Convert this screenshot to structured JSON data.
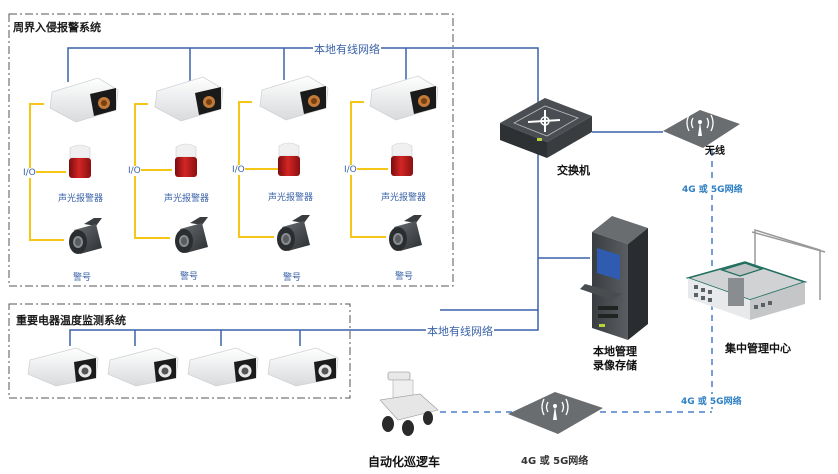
{
  "systems": {
    "perimeter": {
      "title": "周界入侵报警系统",
      "network_label": "本地有线网络",
      "units": [
        {
          "io_label": "I/O",
          "alarm_label": "声光报警器",
          "siren_label": "警号"
        },
        {
          "io_label": "I/O",
          "alarm_label": "声光报警器",
          "siren_label": "警号"
        },
        {
          "io_label": "I/O",
          "alarm_label": "声光报警器",
          "siren_label": "警号"
        },
        {
          "io_label": "I/O",
          "alarm_label": "声光报警器",
          "siren_label": "警号"
        }
      ]
    },
    "temperature": {
      "title": "重要电器温度监测系统",
      "network_label": "本地有线网络",
      "camera_count": 4
    }
  },
  "nodes": {
    "switch": {
      "label": "交换机"
    },
    "wireless": {
      "label": "无线"
    },
    "storage": {
      "label_line1": "本地管理",
      "label_line2": "录像存储"
    },
    "center": {
      "label": "集中管理中心"
    },
    "robot": {
      "label": "自动化巡逻车"
    },
    "cell_ap": {
      "label": "4G 或 5G网络"
    }
  },
  "links": {
    "wireless_to_center": "4G 或 5G网络",
    "cell_to_center": "4G 或 5G网络"
  },
  "colors": {
    "wired_network": "#3a62a8",
    "io_wiring": "#f5c518",
    "wireless_dash": "#4a7fc8",
    "dashed_border": "#555555",
    "label_blue": "#3a62a8",
    "cell_label_blue": "#2e7fc4"
  }
}
